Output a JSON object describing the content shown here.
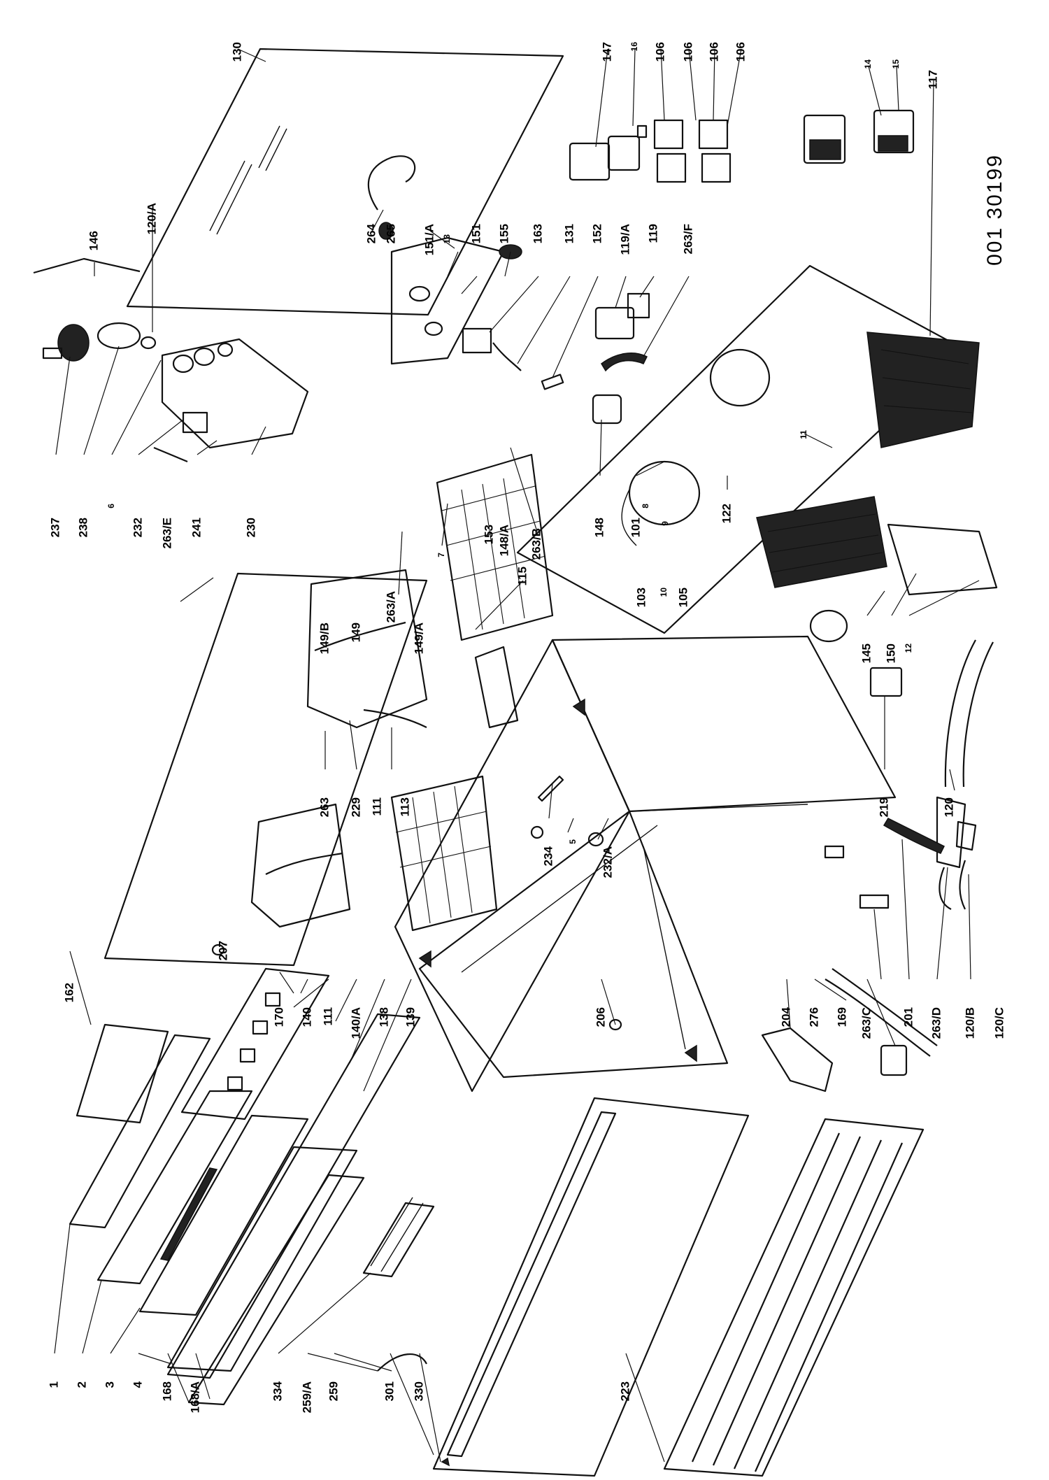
{
  "drawing_code": "001 30199",
  "labels": [
    {
      "id": "130",
      "text": "130",
      "size": "normal"
    },
    {
      "id": "147",
      "text": "147",
      "size": "normal"
    },
    {
      "id": "16",
      "text": "16",
      "size": "small"
    },
    {
      "id": "106a",
      "text": "106",
      "size": "normal"
    },
    {
      "id": "106b",
      "text": "106",
      "size": "normal"
    },
    {
      "id": "106c",
      "text": "106",
      "size": "normal"
    },
    {
      "id": "106d",
      "text": "106",
      "size": "normal"
    },
    {
      "id": "14",
      "text": "14",
      "size": "small"
    },
    {
      "id": "15",
      "text": "15",
      "size": "small"
    },
    {
      "id": "117",
      "text": "117",
      "size": "normal"
    },
    {
      "id": "146",
      "text": "146",
      "size": "normal"
    },
    {
      "id": "120A",
      "text": "120/A",
      "size": "normal"
    },
    {
      "id": "264",
      "text": "264",
      "size": "normal"
    },
    {
      "id": "265",
      "text": "265",
      "size": "normal"
    },
    {
      "id": "151A",
      "text": "151/A",
      "size": "normal"
    },
    {
      "id": "13",
      "text": "13",
      "size": "small"
    },
    {
      "id": "151",
      "text": "151",
      "size": "normal"
    },
    {
      "id": "155",
      "text": "155",
      "size": "normal"
    },
    {
      "id": "163",
      "text": "163",
      "size": "normal"
    },
    {
      "id": "131",
      "text": "131",
      "size": "normal"
    },
    {
      "id": "152",
      "text": "152",
      "size": "normal"
    },
    {
      "id": "119A",
      "text": "119/A",
      "size": "normal"
    },
    {
      "id": "119",
      "text": "119",
      "size": "normal"
    },
    {
      "id": "263F",
      "text": "263/F",
      "size": "normal"
    },
    {
      "id": "237",
      "text": "237",
      "size": "normal"
    },
    {
      "id": "238",
      "text": "238",
      "size": "normal"
    },
    {
      "id": "6",
      "text": "6",
      "size": "small"
    },
    {
      "id": "232",
      "text": "232",
      "size": "normal"
    },
    {
      "id": "263E",
      "text": "263/E",
      "size": "normal"
    },
    {
      "id": "241",
      "text": "241",
      "size": "normal"
    },
    {
      "id": "230",
      "text": "230",
      "size": "normal"
    },
    {
      "id": "149B",
      "text": "149/B",
      "size": "normal"
    },
    {
      "id": "149",
      "text": "149",
      "size": "normal"
    },
    {
      "id": "263A",
      "text": "263/A",
      "size": "normal"
    },
    {
      "id": "149A",
      "text": "149/A",
      "size": "normal"
    },
    {
      "id": "7",
      "text": "7",
      "size": "small"
    },
    {
      "id": "153",
      "text": "153",
      "size": "normal"
    },
    {
      "id": "148A",
      "text": "148/A",
      "size": "normal"
    },
    {
      "id": "263B",
      "text": "263/B",
      "size": "normal"
    },
    {
      "id": "115",
      "text": "115",
      "size": "normal"
    },
    {
      "id": "148",
      "text": "148",
      "size": "normal"
    },
    {
      "id": "101",
      "text": "101",
      "size": "normal"
    },
    {
      "id": "9",
      "text": "9",
      "size": "small"
    },
    {
      "id": "8",
      "text": "8",
      "size": "small"
    },
    {
      "id": "122",
      "text": "122",
      "size": "normal"
    },
    {
      "id": "11",
      "text": "11",
      "size": "small"
    },
    {
      "id": "103",
      "text": "103",
      "size": "normal"
    },
    {
      "id": "10",
      "text": "10",
      "size": "small"
    },
    {
      "id": "105",
      "text": "105",
      "size": "normal"
    },
    {
      "id": "145",
      "text": "145",
      "size": "normal"
    },
    {
      "id": "150",
      "text": "150",
      "size": "normal"
    },
    {
      "id": "12",
      "text": "12",
      "size": "small"
    },
    {
      "id": "162",
      "text": "162",
      "size": "normal"
    },
    {
      "id": "263",
      "text": "263",
      "size": "normal"
    },
    {
      "id": "229",
      "text": "229",
      "size": "normal"
    },
    {
      "id": "111a",
      "text": "111",
      "size": "normal"
    },
    {
      "id": "113",
      "text": "113",
      "size": "normal"
    },
    {
      "id": "219",
      "text": "219",
      "size": "normal"
    },
    {
      "id": "120",
      "text": "120",
      "size": "normal"
    },
    {
      "id": "234",
      "text": "234",
      "size": "normal"
    },
    {
      "id": "5",
      "text": "5",
      "size": "small"
    },
    {
      "id": "232A",
      "text": "232/A",
      "size": "normal"
    },
    {
      "id": "207",
      "text": "207",
      "size": "normal"
    },
    {
      "id": "170",
      "text": "170",
      "size": "normal"
    },
    {
      "id": "140",
      "text": "140",
      "size": "normal"
    },
    {
      "id": "111b",
      "text": "111",
      "size": "normal"
    },
    {
      "id": "140A",
      "text": "140/A",
      "size": "normal"
    },
    {
      "id": "138",
      "text": "138",
      "size": "normal"
    },
    {
      "id": "139",
      "text": "139",
      "size": "normal"
    },
    {
      "id": "206",
      "text": "206",
      "size": "normal"
    },
    {
      "id": "204",
      "text": "204",
      "size": "normal"
    },
    {
      "id": "276",
      "text": "276",
      "size": "normal"
    },
    {
      "id": "169",
      "text": "169",
      "size": "normal"
    },
    {
      "id": "263C",
      "text": "263/C",
      "size": "normal"
    },
    {
      "id": "201",
      "text": "201",
      "size": "normal"
    },
    {
      "id": "263D",
      "text": "263/D",
      "size": "normal"
    },
    {
      "id": "120B",
      "text": "120/B",
      "size": "normal"
    },
    {
      "id": "120C",
      "text": "120/C",
      "size": "normal"
    },
    {
      "id": "1",
      "text": "1",
      "size": "normal"
    },
    {
      "id": "2",
      "text": "2",
      "size": "normal"
    },
    {
      "id": "3",
      "text": "3",
      "size": "normal"
    },
    {
      "id": "4",
      "text": "4",
      "size": "normal"
    },
    {
      "id": "168",
      "text": "168",
      "size": "normal"
    },
    {
      "id": "168A",
      "text": "168/A",
      "size": "normal"
    },
    {
      "id": "334",
      "text": "334",
      "size": "normal"
    },
    {
      "id": "259A",
      "text": "259/A",
      "size": "normal"
    },
    {
      "id": "259",
      "text": "259",
      "size": "normal"
    },
    {
      "id": "301",
      "text": "301",
      "size": "normal"
    },
    {
      "id": "330",
      "text": "330",
      "size": "normal"
    },
    {
      "id": "223",
      "text": "223",
      "size": "normal"
    }
  ]
}
